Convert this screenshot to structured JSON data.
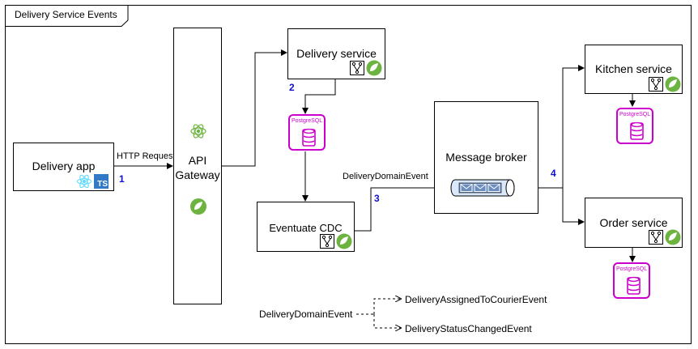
{
  "title": "Delivery Service Events",
  "nodes": {
    "delivery_app": "Delivery app",
    "api_gateway_line1": "API",
    "api_gateway_line2": "Gateway",
    "delivery_service": "Delivery service",
    "eventuate_cdc": "Eventuate CDC",
    "message_broker": "Message broker",
    "kitchen_service": "Kitchen service",
    "order_service": "Order service"
  },
  "badges": {
    "typescript": "TS",
    "postgres": "PostgreSQL"
  },
  "edge_labels": {
    "http_request": "HTTP Request",
    "delivery_domain_event": "DeliveryDomainEvent"
  },
  "steps": [
    "1",
    "2",
    "3",
    "4"
  ],
  "legend": {
    "source": "DeliveryDomainEvent",
    "targets": [
      "DeliveryAssignedToCourierEvent",
      "DeliveryStatusChangedEvent"
    ]
  },
  "icons": [
    "react-icon",
    "typescript-icon",
    "spring-icon",
    "git-fork-icon",
    "postgresql-icon",
    "envelope-icon",
    "atom-icon"
  ],
  "colors": {
    "postgres": "#cc00cc",
    "spring": "#6db33f",
    "step_number": "#1010cc",
    "typescript": "#3178c6",
    "react": "#61dafb",
    "broker_queue": "#6c8ebf"
  }
}
